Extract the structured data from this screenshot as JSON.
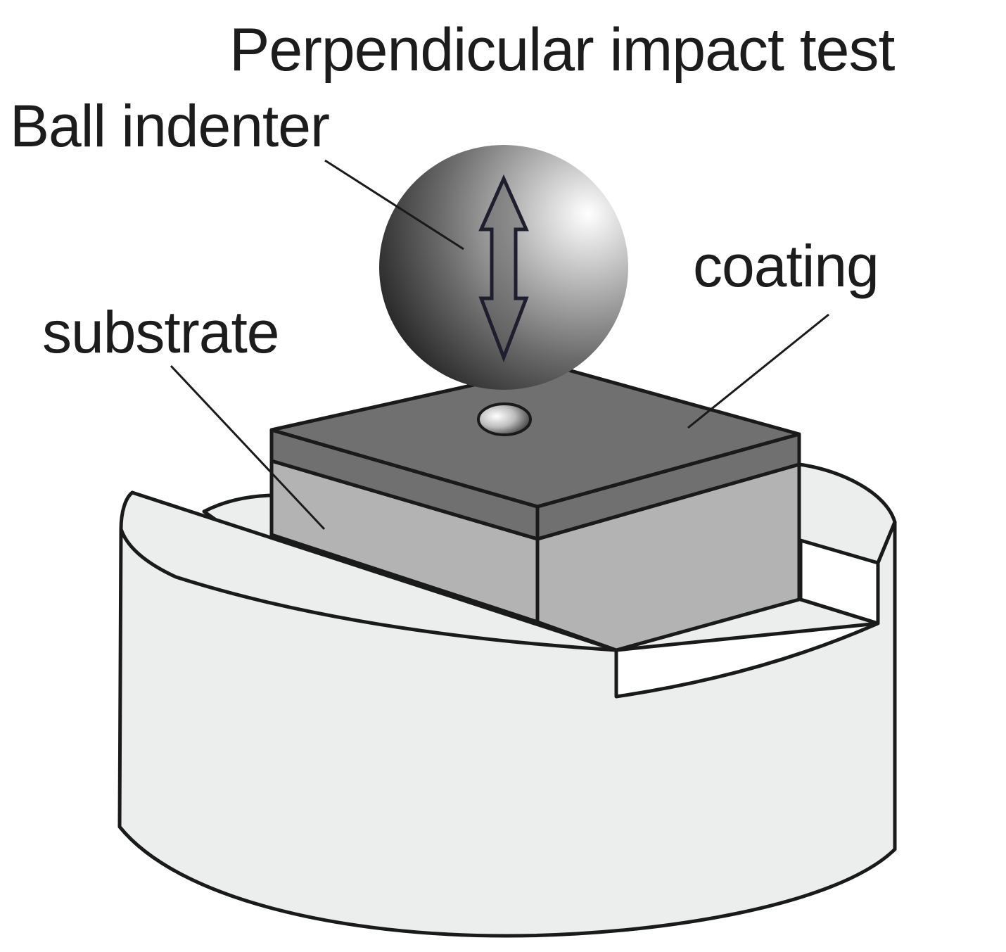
{
  "title": "Perpendicular impact test",
  "labels": {
    "ball_indenter": "Ball indenter",
    "coating": "coating",
    "substrate": "substrate"
  },
  "colors": {
    "holder_fill": "#eceeed",
    "substrate_fill": "#b2b3b2",
    "coating_fill": "#6f706f",
    "outline": "#1a1a1a"
  }
}
